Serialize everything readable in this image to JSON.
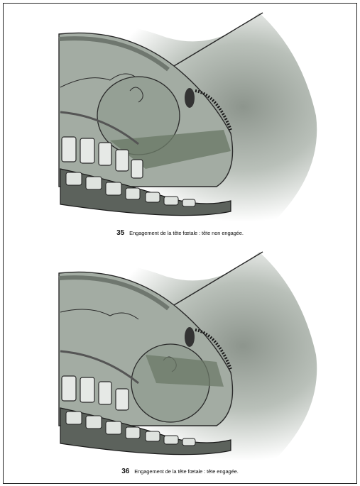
{
  "figures": [
    {
      "number": "35",
      "caption": "Engagement de la tête fœtale : tête non engagée."
    },
    {
      "number": "36",
      "caption": "Engagement de la tête fœtale : tête engagée."
    }
  ],
  "colors": {
    "tissue": "#9aa39a",
    "tissue_light": "#c4cbc4",
    "shade": "#6f776f",
    "outline": "#2a2a2a",
    "highlight": "#7e8a7a"
  }
}
